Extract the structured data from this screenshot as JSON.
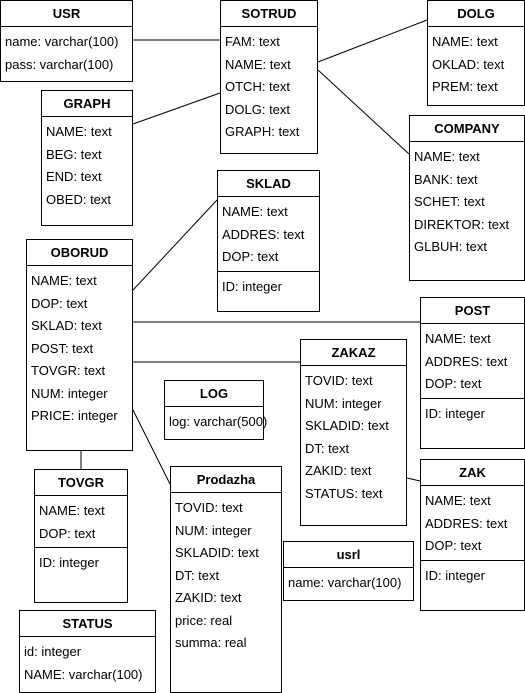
{
  "entities": [
    {
      "id": "usr",
      "title": "USR",
      "attrs": [
        "name: varchar(100)",
        "pass: varchar(100)"
      ],
      "keys": []
    },
    {
      "id": "sotrud",
      "title": "SOTRUD",
      "attrs": [
        "FAM: text",
        "NAME: text",
        "OTCH: text",
        "DOLG: text",
        "GRAPH: text"
      ],
      "keys": []
    },
    {
      "id": "dolg",
      "title": "DOLG",
      "attrs": [
        "NAME: text",
        "OKLAD: text",
        "PREM: text"
      ],
      "keys": []
    },
    {
      "id": "graph",
      "title": "GRAPH",
      "attrs": [
        "NAME: text",
        "BEG: text",
        "END: text",
        "OBED: text"
      ],
      "keys": []
    },
    {
      "id": "company",
      "title": "COMPANY",
      "attrs": [
        "NAME: text",
        "BANK: text",
        "SCHET: text",
        "DIREKTOR: text",
        "GLBUH: text"
      ],
      "keys": []
    },
    {
      "id": "sklad",
      "title": "SKLAD",
      "attrs": [
        "NAME: text",
        "ADDRES: text",
        "DOP: text"
      ],
      "keys": [
        "ID: integer"
      ]
    },
    {
      "id": "oborud",
      "title": "OBORUD",
      "attrs": [
        "NAME: text",
        "DOP: text",
        "SKLAD: text",
        "POST: text",
        "TOVGR: text",
        "NUM: integer",
        "PRICE: integer"
      ],
      "keys": []
    },
    {
      "id": "post",
      "title": "POST",
      "attrs": [
        "NAME: text",
        "ADDRES: text",
        "DOP: text"
      ],
      "keys": [
        "ID: integer"
      ]
    },
    {
      "id": "zakaz",
      "title": "ZAKAZ",
      "attrs": [
        "TOVID: text",
        "NUM: integer",
        "SKLADID: text",
        "DT: text",
        "ZAKID: text",
        "STATUS: text"
      ],
      "keys": []
    },
    {
      "id": "log",
      "title": "LOG",
      "attrs": [
        "log: varchar(500)"
      ],
      "keys": []
    },
    {
      "id": "tovgr",
      "title": "TOVGR",
      "attrs": [
        "NAME: text",
        "DOP: text"
      ],
      "keys": [
        "ID: integer"
      ]
    },
    {
      "id": "prodazha",
      "title": "Prodazha",
      "attrs": [
        "TOVID: text",
        "NUM: integer",
        "SKLADID: text",
        "DT: text",
        "ZAKID: text",
        "price: real",
        "summa: real"
      ],
      "keys": []
    },
    {
      "id": "zak",
      "title": "ZAK",
      "attrs": [
        "NAME: text",
        "ADDRES: text",
        "DOP: text"
      ],
      "keys": [
        "ID: integer"
      ]
    },
    {
      "id": "usrl",
      "title": "usrl",
      "attrs": [
        "name: varchar(100)"
      ],
      "keys": []
    },
    {
      "id": "status",
      "title": "STATUS",
      "attrs": [
        "id: integer",
        "NAME: varchar(100)"
      ],
      "keys": []
    }
  ],
  "connectors": [
    {
      "from": "usr",
      "to": "sotrud"
    },
    {
      "from": "graph",
      "to": "sotrud"
    },
    {
      "from": "sotrud",
      "to": "dolg"
    },
    {
      "from": "sotrud",
      "to": "company"
    },
    {
      "from": "oborud",
      "to": "sklad"
    },
    {
      "from": "oborud",
      "to": "post"
    },
    {
      "from": "oborud",
      "to": "zakaz"
    },
    {
      "from": "oborud",
      "to": "tovgr"
    },
    {
      "from": "oborud",
      "to": "prodazha"
    },
    {
      "from": "zakaz",
      "to": "zak"
    }
  ]
}
